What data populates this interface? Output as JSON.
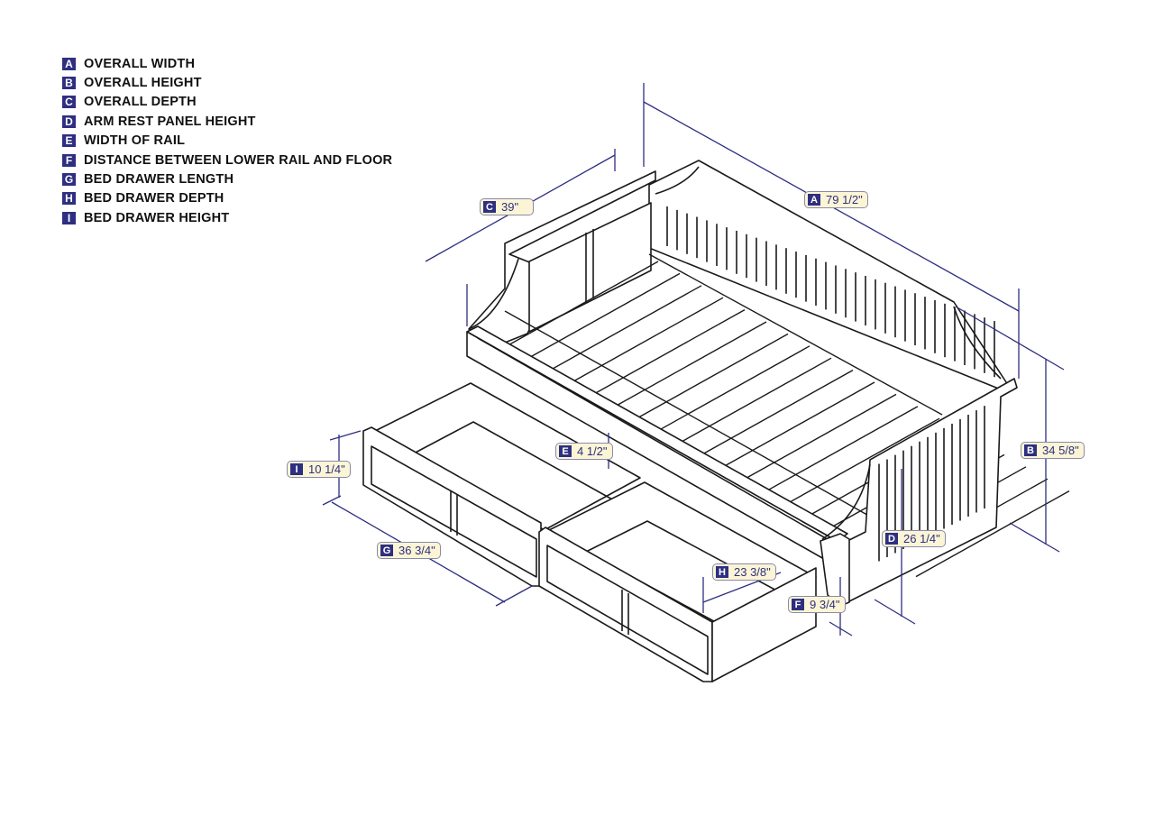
{
  "legend": [
    {
      "key": "A",
      "label": "OVERALL WIDTH"
    },
    {
      "key": "B",
      "label": "OVERALL HEIGHT"
    },
    {
      "key": "C",
      "label": "OVERALL DEPTH"
    },
    {
      "key": "D",
      "label": "ARM REST PANEL HEIGHT"
    },
    {
      "key": "E",
      "label": "WIDTH OF RAIL"
    },
    {
      "key": "F",
      "label": "DISTANCE BETWEEN LOWER RAIL AND FLOOR"
    },
    {
      "key": "G",
      "label": "BED DRAWER LENGTH"
    },
    {
      "key": "H",
      "label": "BED DRAWER DEPTH"
    },
    {
      "key": "I",
      "label": "BED DRAWER HEIGHT"
    }
  ],
  "dimensions": {
    "A": {
      "key": "A",
      "value": "79 1/2\""
    },
    "B": {
      "key": "B",
      "value": "34 5/8\""
    },
    "C": {
      "key": "C",
      "value": "39\""
    },
    "D": {
      "key": "D",
      "value": "26 1/4\""
    },
    "E": {
      "key": "E",
      "value": "4 1/2\""
    },
    "F": {
      "key": "F",
      "value": "9 3/4\""
    },
    "G": {
      "key": "G",
      "value": "36 3/4\""
    },
    "H": {
      "key": "H",
      "value": "23 3/8\""
    },
    "I": {
      "key": "I",
      "value": "10 1/4\""
    }
  },
  "colors": {
    "dimension_line": "#2e2f80",
    "label_bg": "#fbf5d6",
    "drawing": "#1a1a1a"
  }
}
